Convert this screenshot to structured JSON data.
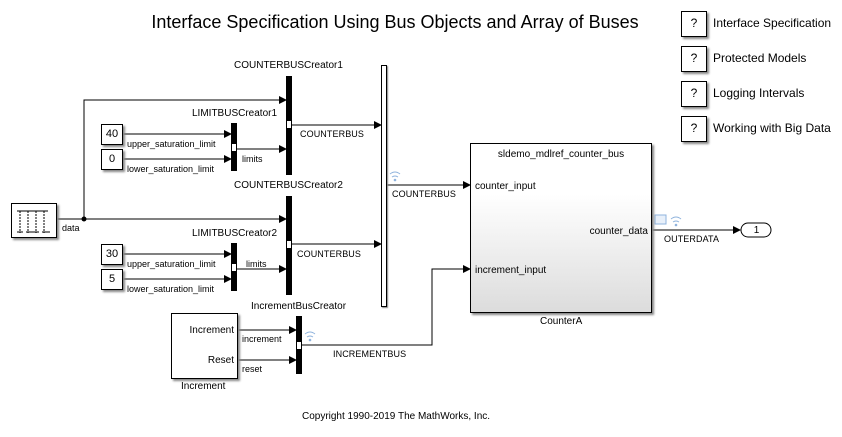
{
  "title": "Interface Specification Using Bus Objects and Array of Buses",
  "copyright": "Copyright 1990-2019 The MathWorks, Inc.",
  "help_links": [
    {
      "icon": "?",
      "label": "Interface Specification"
    },
    {
      "icon": "?",
      "label": "Protected Models"
    },
    {
      "icon": "?",
      "label": "Logging Intervals"
    },
    {
      "icon": "?",
      "label": "Working with Big Data"
    }
  ],
  "blocks": {
    "source": {
      "signal": "data"
    },
    "counterbus_creator1": {
      "name": "COUNTERBUSCreator1",
      "out_signal": "COUNTERBUS"
    },
    "limitbus_creator1": {
      "name": "LIMITBUSCreator1",
      "out_signal": "limits"
    },
    "const_upper1": {
      "value": "40",
      "signal": "upper_saturation_limit"
    },
    "const_lower1": {
      "value": "0",
      "signal": "lower_saturation_limit"
    },
    "counterbus_creator2": {
      "name": "COUNTERBUSCreator2",
      "out_signal": "COUNTERBUS"
    },
    "limitbus_creator2": {
      "name": "LIMITBUSCreator2",
      "out_signal": "limits"
    },
    "const_upper2": {
      "value": "30",
      "signal": "upper_saturation_limit"
    },
    "const_lower2": {
      "value": "5",
      "signal": "lower_saturation_limit"
    },
    "concat": {
      "out_signal": "COUNTERBUS"
    },
    "increment_subsystem": {
      "name": "Increment",
      "ports": [
        "Increment",
        "Reset"
      ],
      "signals": [
        "increment",
        "reset"
      ]
    },
    "increment_bus_creator": {
      "name": "IncrementBusCreator",
      "out_signal": "INCREMENTBUS"
    },
    "model_ref": {
      "name": "CounterA",
      "model": "sldemo_mdlref_counter_bus",
      "inputs": [
        "counter_input",
        "increment_input"
      ],
      "output": "counter_data",
      "out_signal": "OUTERDATA"
    },
    "outport": {
      "value": "1"
    }
  }
}
